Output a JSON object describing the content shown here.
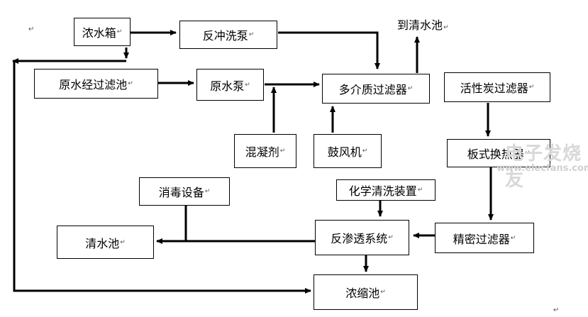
{
  "boxes": {
    "concentrate_tank": "浓水箱",
    "backwash_pump": "反冲洗泵",
    "raw_water_filter_tank": "原水经过滤池",
    "raw_water_pump": "原水泵",
    "multimedia_filter": "多介质过滤器",
    "activated_carbon_filter": "活性炭过滤器",
    "coagulant": "混凝剂",
    "blower": "鼓风机",
    "plate_heat_exchanger": "板式换热器",
    "disinfection_equipment": "消毒设备",
    "chemical_cleaning_device": "化学清洗装置",
    "clean_water_tank": "清水池",
    "reverse_osmosis_system": "反渗透系统",
    "precision_filter": "精密过滤器",
    "concentrate_pool": "浓缩池"
  },
  "labels": {
    "to_clean_water_tank": "到清水池",
    "paragraph_mark": "↵"
  },
  "watermark": {
    "line1": "电子发烧友",
    "line2": "www.elecfans.com"
  }
}
